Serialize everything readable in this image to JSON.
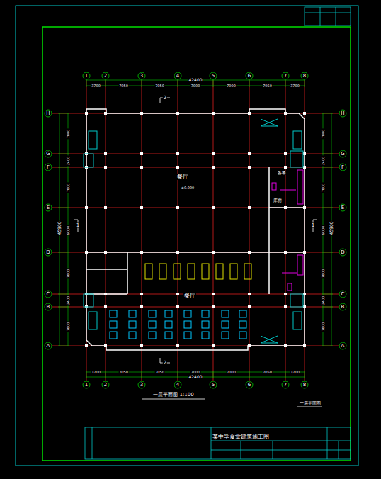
{
  "diagram": {
    "title": "一层平面图 1:100",
    "labels": [
      "1",
      "2",
      "3",
      "4",
      "5",
      "6",
      "7",
      "8",
      "1",
      "2",
      "3",
      "4",
      "5",
      "6",
      "7",
      "8",
      "H",
      "G",
      "F",
      "E",
      "D",
      "C",
      "B",
      "A",
      "H",
      "G",
      "F",
      "E",
      "D",
      "C",
      "B",
      "A",
      "42400",
      "3700",
      "7050",
      "7050",
      "7000",
      "7000",
      "7050",
      "3700",
      "42400",
      "3700",
      "7050",
      "7050",
      "7000",
      "7000",
      "7050",
      "3700",
      "45900",
      "7800",
      "2400",
      "7800",
      "9000",
      "7800",
      "2400",
      "7800",
      "45900",
      "7800",
      "2400",
      "7800",
      "9000",
      "7800",
      "2400",
      "7800",
      "2",
      "2",
      "1",
      "1",
      "餐厅",
      "±0.000",
      "餐厅",
      "备餐",
      "库房",
      "一层平面图",
      "某中学食堂建筑施工图"
    ]
  }
}
